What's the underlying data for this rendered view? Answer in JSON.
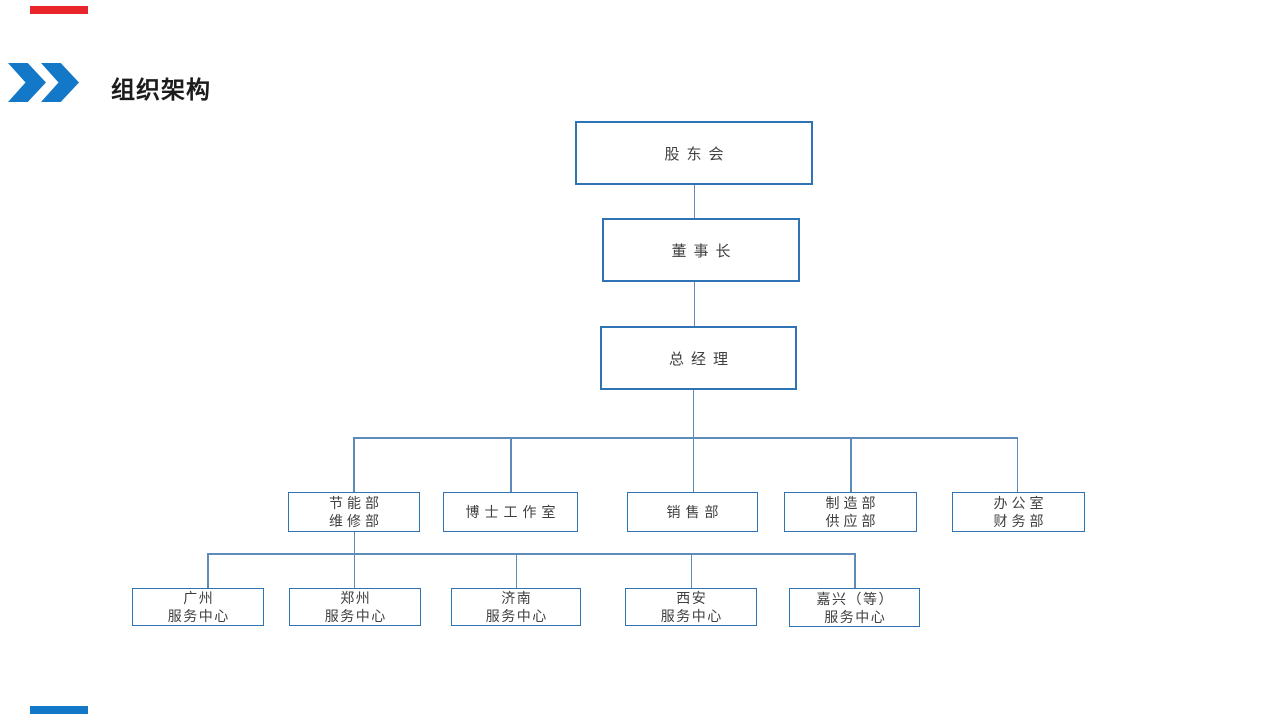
{
  "page": {
    "title": "组织架构",
    "decor": {
      "top_bar_color": "#e8252a",
      "bottom_bar_color": "#1478c8",
      "chevron_color": "#1478c8"
    }
  },
  "chart": {
    "type": "org-chart",
    "root": "股东会",
    "chairman": "董事长",
    "general_manager": "总经理",
    "departments": [
      "节能部\n维修部",
      "博士工作室",
      "销售部",
      "制造部\n供应部",
      "办公室\n财务部"
    ],
    "service_centers": [
      "广州\n服务中心",
      "郑州\n服务中心",
      "济南\n服务中心",
      "西安\n服务中心",
      "嘉兴（等）\n服务中心"
    ],
    "colors": {
      "box_border": "#2e74b5",
      "connector": "#5d8cba",
      "text": "#404040"
    }
  }
}
